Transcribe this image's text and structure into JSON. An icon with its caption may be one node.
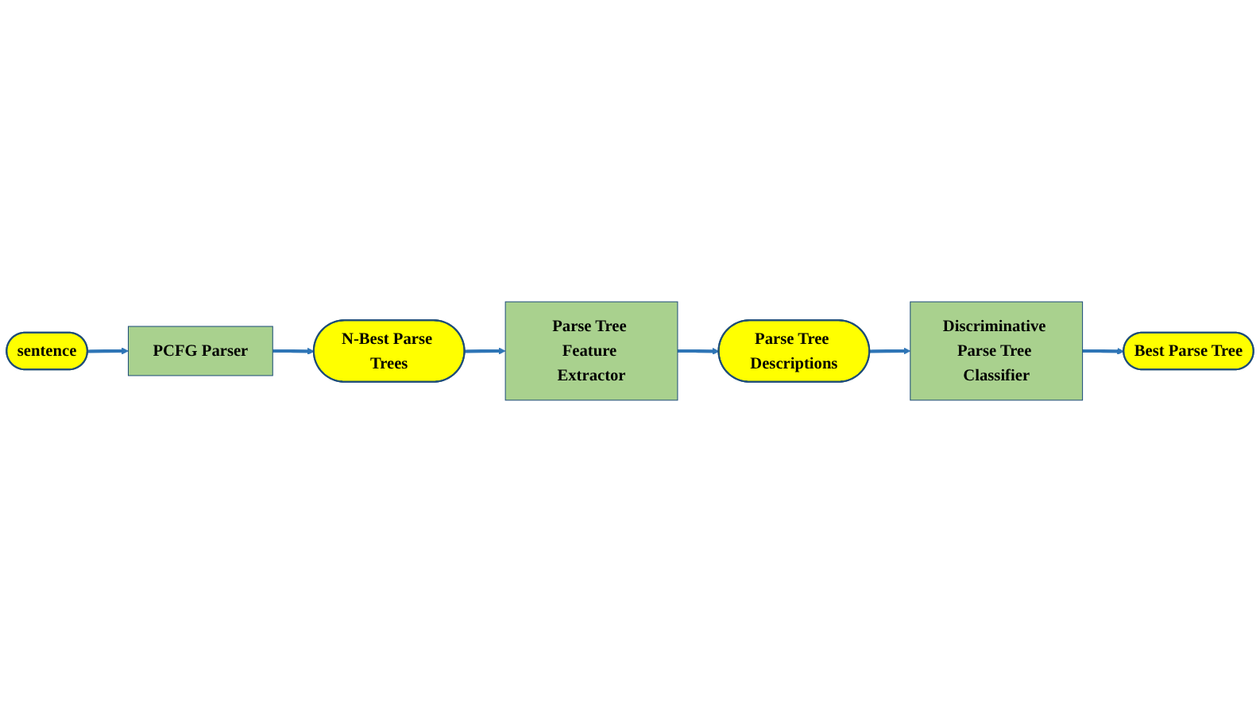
{
  "diagram": {
    "nodes": [
      {
        "text": [
          "sentence"
        ]
      },
      {
        "text": [
          "PCFG Parser"
        ]
      },
      {
        "text": [
          "N-Best Parse Trees"
        ]
      },
      {
        "text": [
          "Parse Tree Feature Extractor"
        ]
      },
      {
        "text": [
          "Parse Tree Descriptions"
        ]
      },
      {
        "text": [
          "Discriminative Parse Tree Classifier"
        ]
      },
      {
        "text": [
          "Best Parse Tree"
        ]
      }
    ],
    "edges": [
      {
        "from": 0,
        "to": 1,
        "arrow": "to"
      },
      {
        "from": 1,
        "to": 2,
        "arrow": "to"
      },
      {
        "from": 2,
        "to": 3,
        "arrow": "to"
      },
      {
        "from": 3,
        "to": 4,
        "arrow": "to"
      },
      {
        "from": 4,
        "to": 5,
        "arrow": "to"
      },
      {
        "from": 5,
        "to": 6,
        "arrow": "to"
      }
    ]
  }
}
